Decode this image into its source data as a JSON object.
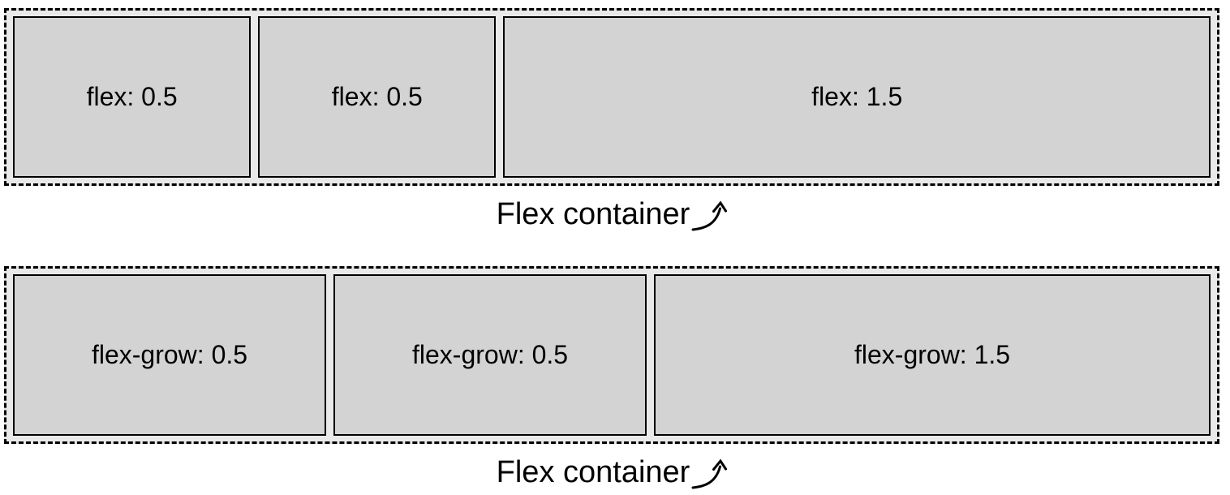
{
  "sections": [
    {
      "caption": "Flex container",
      "items": [
        {
          "label": "flex: 0.5"
        },
        {
          "label": "flex: 0.5"
        },
        {
          "label": "flex: 1.5"
        }
      ]
    },
    {
      "caption": "Flex container",
      "items": [
        {
          "label": "flex-grow: 0.5"
        },
        {
          "label": "flex-grow: 0.5"
        },
        {
          "label": "flex-grow: 1.5"
        }
      ]
    }
  ],
  "icons": {
    "caption_arrow": "curved-up-right-arrow"
  },
  "colors": {
    "container_background": "#e9e9e9",
    "item_background": "#d3d3d3",
    "border": "#000000",
    "text": "#000000"
  }
}
